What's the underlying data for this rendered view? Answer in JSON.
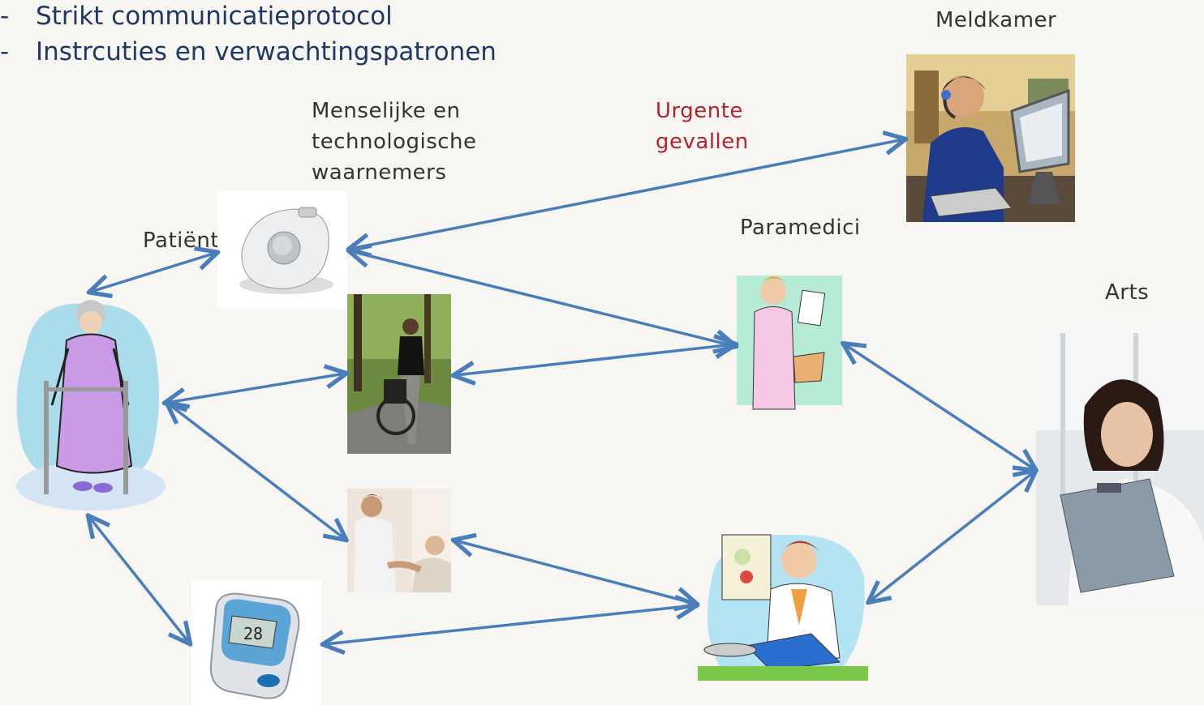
{
  "bullets": [
    {
      "dash": "-",
      "text": "Strikt communicatieprotocol"
    },
    {
      "dash": "-",
      "text": "Instrcuties en verwachtingspatronen"
    }
  ],
  "labels": {
    "observers": [
      "Menselijke en",
      "technologische",
      "waarnemers"
    ],
    "urgent": [
      "Urgente",
      "gevallen"
    ],
    "meldkamer": "Meldkamer",
    "paramedici": "Paramedici",
    "arts": "Arts",
    "patient": "Patiënt",
    "meter_reading": "28"
  },
  "colors": {
    "arrow": "#4a7ebb",
    "urgent_text": "#b3242a",
    "bullet_text": "#1f3864"
  }
}
